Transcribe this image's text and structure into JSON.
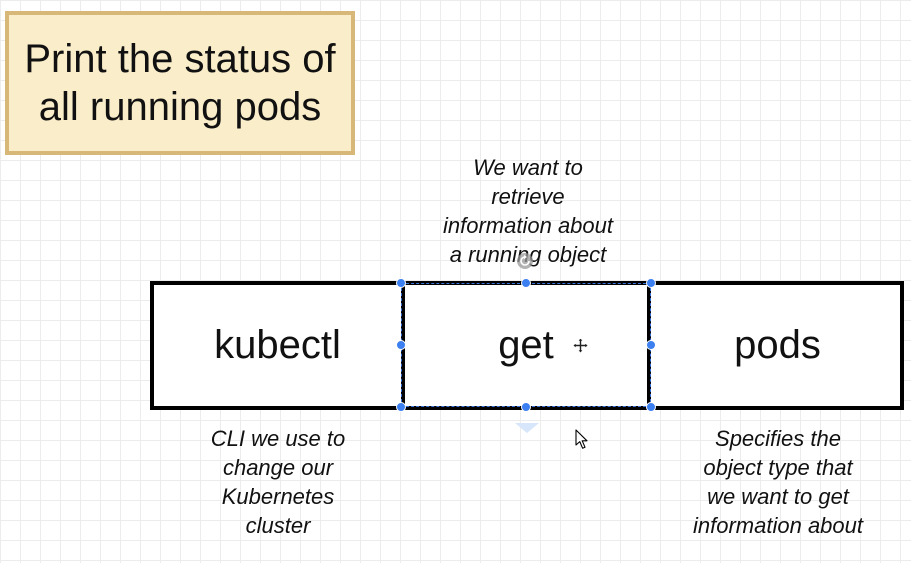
{
  "title": {
    "line1": "Print the status of",
    "line2": "all running pods"
  },
  "command": {
    "part1": "kubectl",
    "part2": "get",
    "part3": "pods"
  },
  "notes": {
    "top": [
      "We want to",
      "retrieve",
      "information about",
      "a running object"
    ],
    "left": [
      "CLI we use to",
      "change our",
      "Kubernetes",
      "cluster"
    ],
    "right": [
      "Specifies the",
      "object type that",
      "we want to get",
      "information about"
    ]
  },
  "colors": {
    "title_fill": "#faedc9",
    "title_border": "#d8b878",
    "selection": "#3b7ff0",
    "grid": "#ececec"
  },
  "icons": {
    "rotate": "rotate-icon",
    "move": "move-icon",
    "cursor": "cursor-arrow-icon",
    "connector_hint": "triangle-down-icon"
  }
}
